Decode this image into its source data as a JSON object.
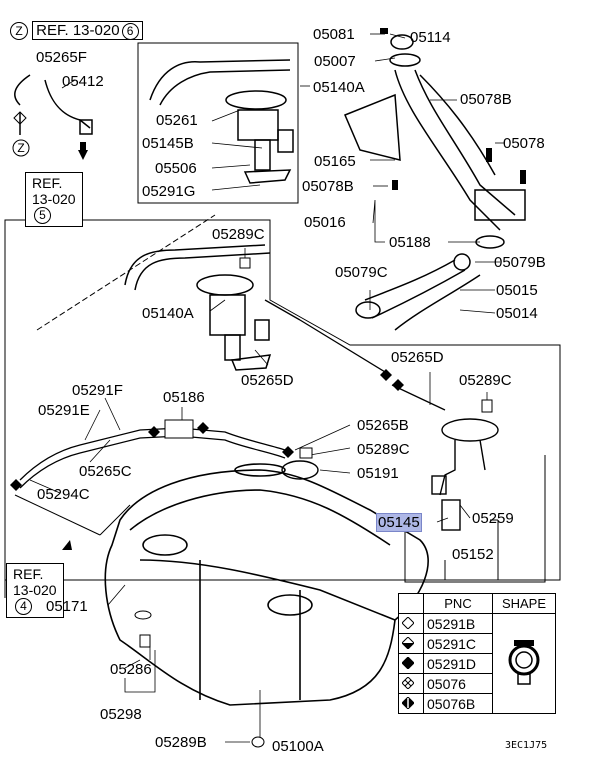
{
  "references": {
    "top": {
      "prefix": "Z",
      "text": "REF. 13-020",
      "num": "6"
    },
    "ref5": {
      "line1": "REF.",
      "line2": "13-020",
      "num": "5"
    },
    "ref4": {
      "line1": "REF.",
      "line2": "13-020",
      "num": "4"
    },
    "z_marker": "Z"
  },
  "labels": {
    "p05265F": "05265F",
    "p05412": "05412",
    "p05081": "05081",
    "p05114": "05114",
    "p05007": "05007",
    "p05140A_top": "05140A",
    "p05261": "05261",
    "p05145B": "05145B",
    "p05506": "05506",
    "p05291G": "05291G",
    "p05078B_top": "05078B",
    "p05078": "05078",
    "p05165": "05165",
    "p05078B_mid": "05078B",
    "p05016": "05016",
    "p05188": "05188",
    "p05079C": "05079C",
    "p05079B": "05079B",
    "p05015": "05015",
    "p05014": "05014",
    "p05289C_a": "05289C",
    "p05140A_mid": "05140A",
    "p05265D_a": "05265D",
    "p05265D_b": "05265D",
    "p05289C_b": "05289C",
    "p05291F": "05291F",
    "p05186": "05186",
    "p05291E": "05291E",
    "p05265B": "05265B",
    "p05289C_c": "05289C",
    "p05191": "05191",
    "p05265C": "05265C",
    "p05294C": "05294C",
    "p05145": "05145",
    "p05259": "05259",
    "p05152": "05152",
    "p05171": "05171",
    "p05286": "05286",
    "p05298": "05298",
    "p05289B": "05289B",
    "p05100A": "05100A"
  },
  "legend": {
    "headers": {
      "pnc": "PNC",
      "shape": "SHAPE"
    },
    "rows": [
      {
        "icon": "hollow-diamond",
        "pnc": "05291B"
      },
      {
        "icon": "half-diamond",
        "pnc": "05291C"
      },
      {
        "icon": "filled-diamond",
        "pnc": "05291D"
      },
      {
        "icon": "crossed-diamond",
        "pnc": "05076"
      },
      {
        "icon": "split-diamond",
        "pnc": "05076B"
      }
    ]
  },
  "diagram_code": "3EC1J75",
  "highlight_color": "#aeb7e6"
}
